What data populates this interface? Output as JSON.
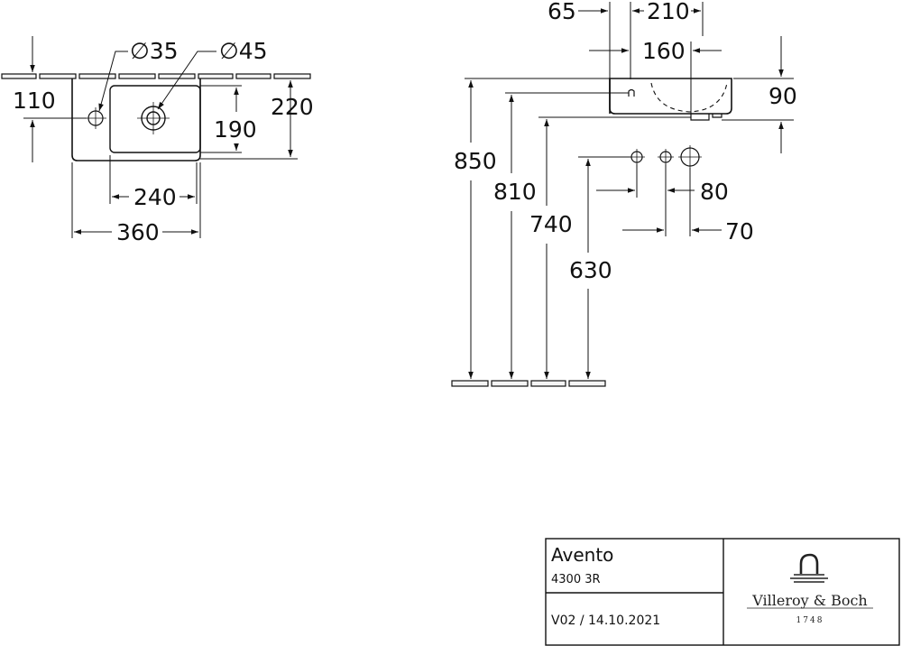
{
  "plan_view": {
    "dims": {
      "d35": "∅35",
      "d45": "∅45",
      "d110": "110",
      "d220": "220",
      "d190": "190",
      "d240": "240",
      "d360": "360"
    }
  },
  "side_view": {
    "dims": {
      "d65": "65",
      "d210": "210",
      "d160": "160",
      "d90": "90",
      "d850": "850",
      "d810": "810",
      "d740": "740",
      "d630": "630",
      "d80": "80",
      "d70": "70"
    }
  },
  "title_block": {
    "product_name": "Avento",
    "product_code": "4300 3R",
    "version": "V02 / 14.10.2021",
    "brand": "Villeroy & Boch",
    "brand_year": "1748"
  }
}
